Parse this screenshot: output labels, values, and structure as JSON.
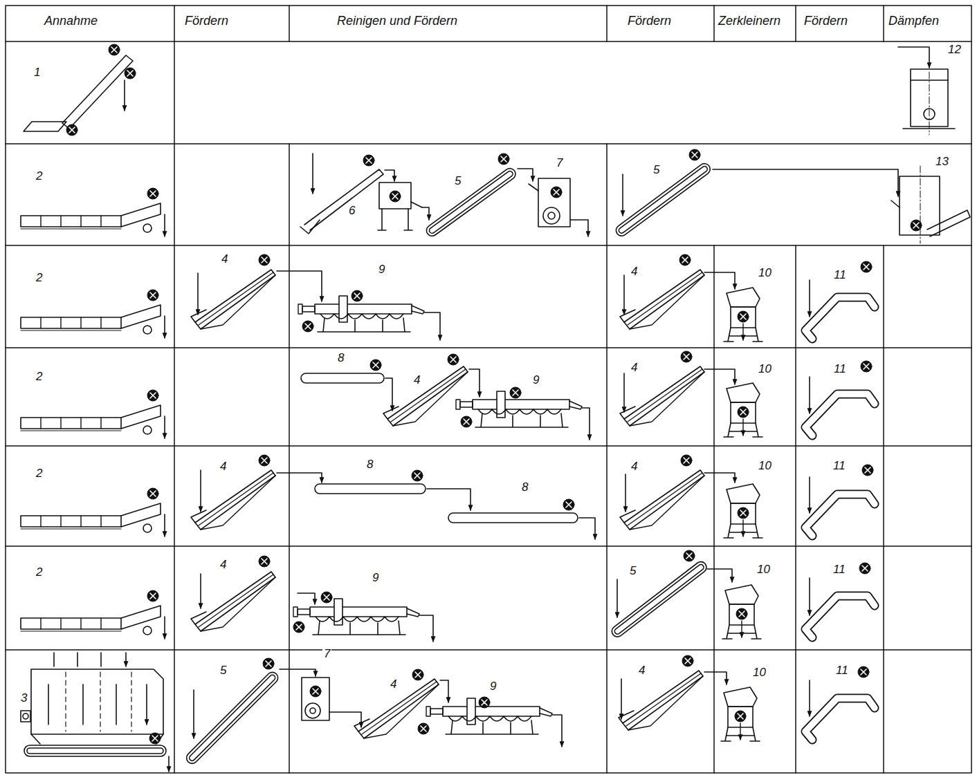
{
  "diagram": {
    "labels": [
      "Annahme",
      "Fördern",
      "Reinigen und Fördern",
      "Fördern",
      "Zerkleinern",
      "Fördern",
      "Dämpfen",
      "1",
      "12",
      "2",
      "6",
      "5",
      "7",
      "5",
      "13",
      "2",
      "4",
      "9",
      "4",
      "10",
      "11",
      "2",
      "8",
      "4",
      "9",
      "4",
      "10",
      "11",
      "2",
      "4",
      "8",
      "8",
      "4",
      "10",
      "11",
      "2",
      "4",
      "9",
      "5",
      "10",
      "11",
      "3",
      "5",
      "7",
      "4",
      "9",
      "4",
      "10",
      "11"
    ]
  }
}
